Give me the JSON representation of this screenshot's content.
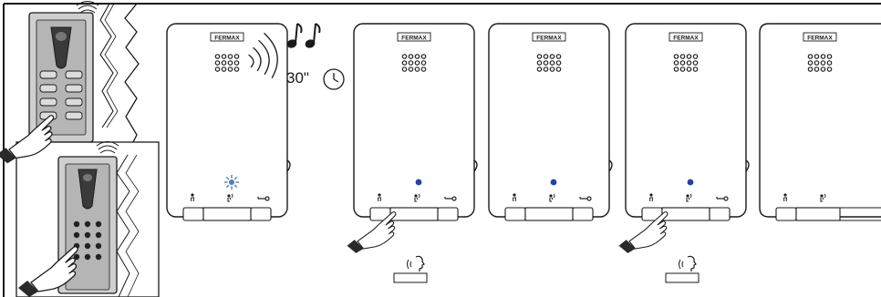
{
  "brand_label": "FERMAX",
  "timer_label": "30\"",
  "icons": {
    "music": "music-notes-icon",
    "clock": "clock-icon",
    "waves": "sound-waves-icon",
    "led_blink": "led-blinking-icon",
    "led_on": "led-on-icon",
    "person": "person-icon",
    "talk": "talk-icon",
    "key": "key-door-icon",
    "hand": "pointing-hand-icon",
    "speaker": "speaking-head-icon"
  },
  "colors": {
    "line": "#1a1a1a",
    "panel_gray": "#bdbdbd",
    "panel_dark": "#555555",
    "led_blue": "#1f3fbf",
    "led_blink_blue": "#4a78e6"
  },
  "monitors": [
    {
      "led": "blinking",
      "hand": false
    },
    {
      "led": "on",
      "hand": true
    },
    {
      "led": "on",
      "hand": false
    },
    {
      "led": "on",
      "hand": true
    },
    {
      "led": "off",
      "hand": false
    }
  ]
}
